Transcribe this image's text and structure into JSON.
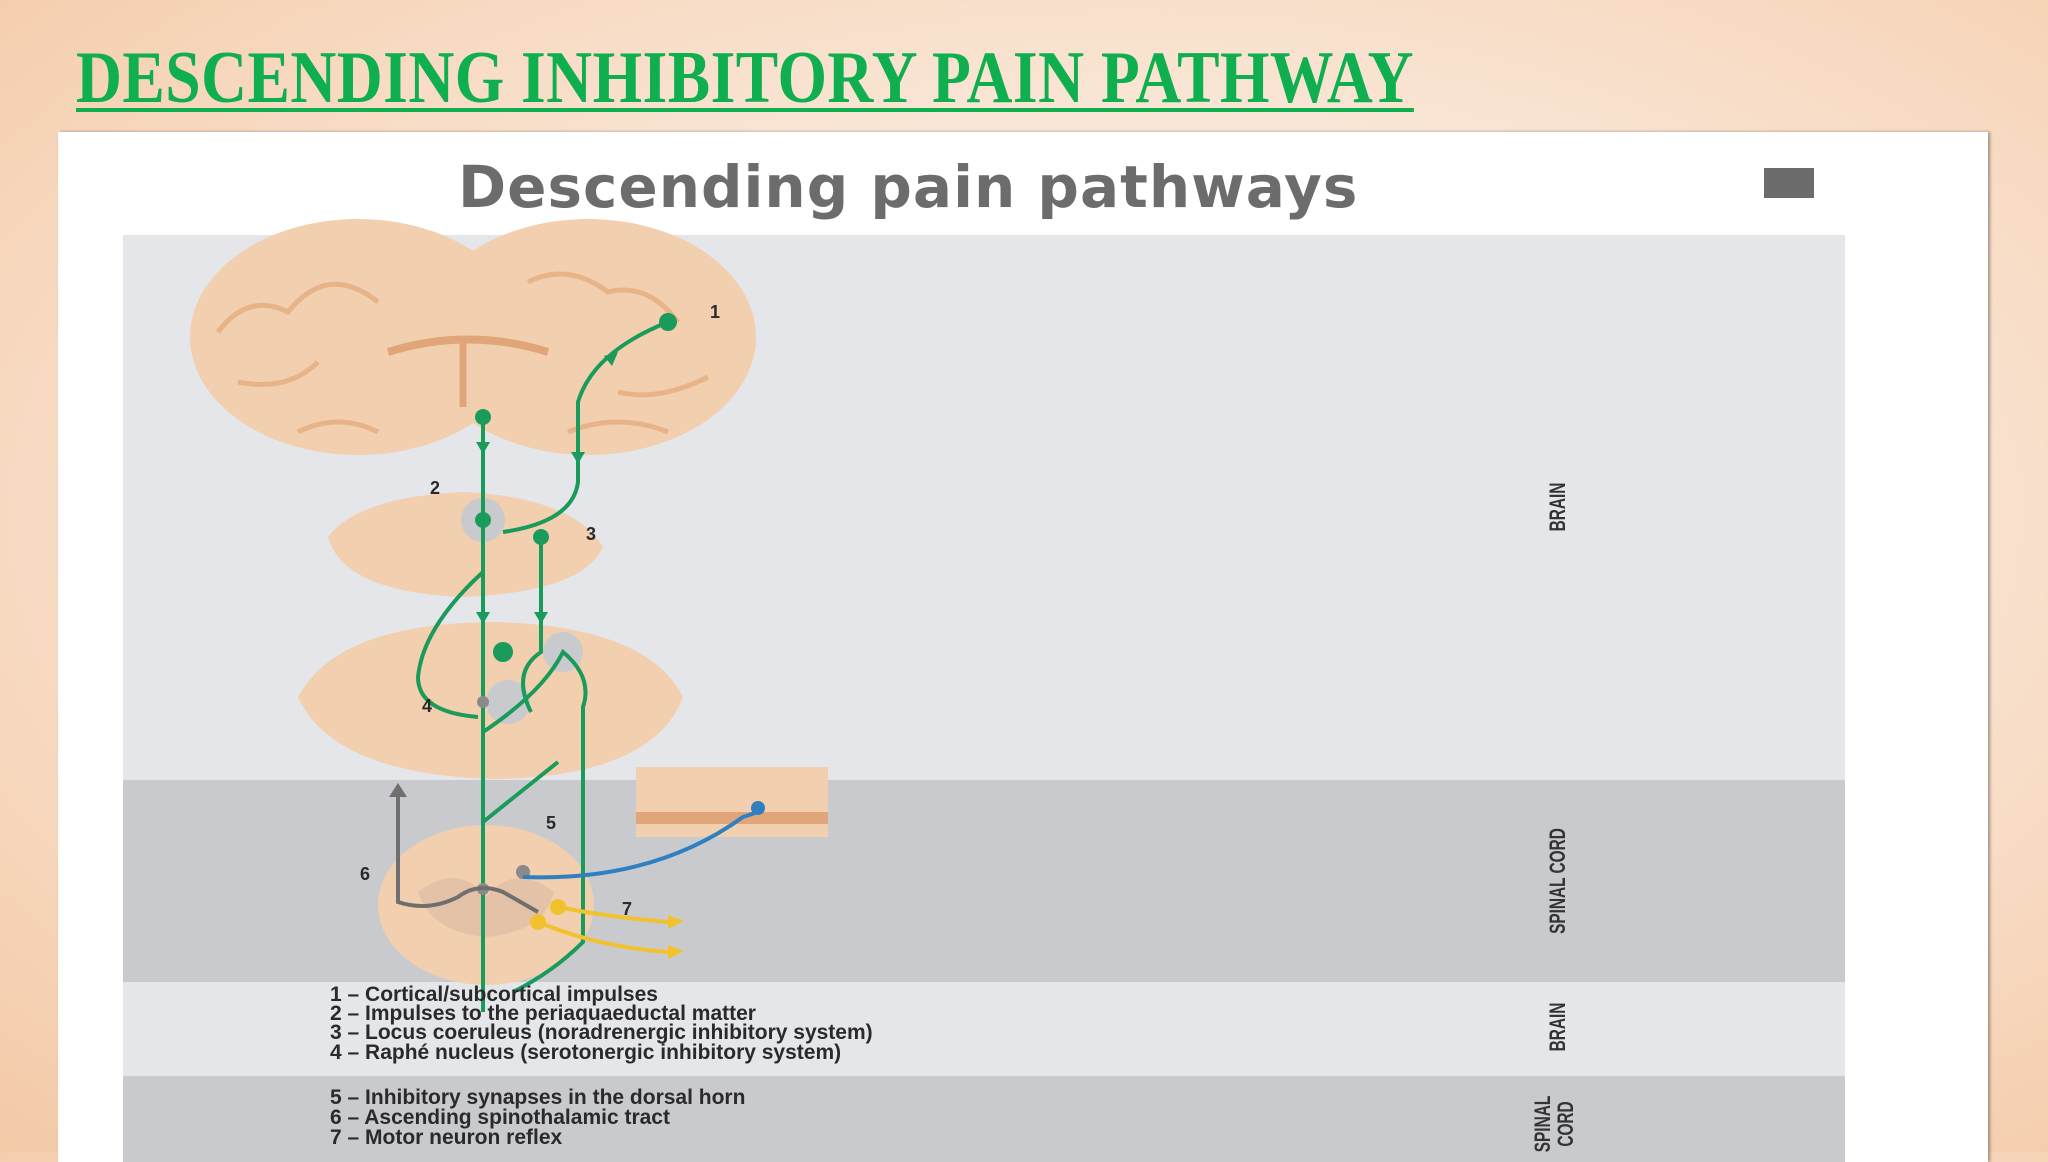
{
  "slide": {
    "title": "DESCENDING INHIBITORY PAIN PATHWAY"
  },
  "figure": {
    "title": "Descending pain pathways",
    "region_labels": {
      "brain": "BRAIN",
      "spinal_cord": "SPINAL CORD",
      "legend_brain": "BRAIN",
      "legend_spinal_line1": "SPINAL",
      "legend_spinal_line2": "CORD"
    },
    "diagram_numbers": [
      "1",
      "2",
      "3",
      "4",
      "5",
      "6",
      "7"
    ],
    "legend": [
      "1 – Cortical/subcortical impulses",
      "2 – Impulses to the periaquaeductal matter",
      "3 – Locus coeruleus (noradrenergic inhibitory system)",
      "4 – Raphé nucleus (serotonergic inhibitory system)",
      "5 – Inhibitory synapses in the dorsal horn",
      "6 – Ascending spinothalamic tract",
      "7 – Motor neuron reflex"
    ],
    "colors": {
      "pathway_green": "#1a9b5c",
      "afferent_blue": "#2f7fc1",
      "motor_yellow": "#f2c12e",
      "ascending_gray": "#6f6f6f",
      "tissue": "#f2cfae"
    }
  }
}
